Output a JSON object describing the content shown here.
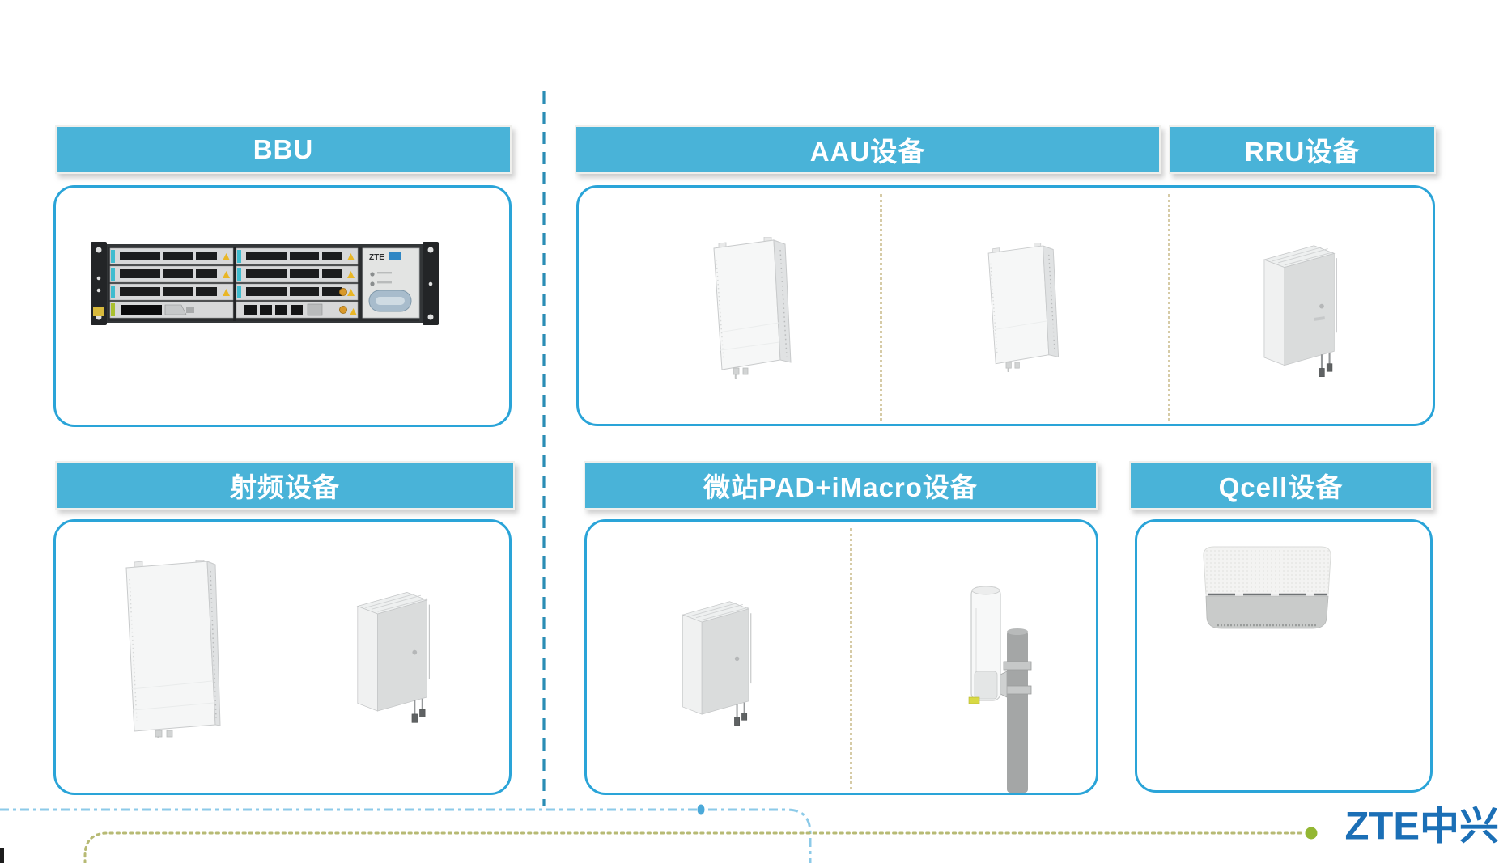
{
  "sections": {
    "bbu": {
      "title": "BBU"
    },
    "aau": {
      "title": "AAU设备"
    },
    "rru": {
      "title": "RRU设备"
    },
    "rf": {
      "title": "射频设备"
    },
    "micro": {
      "title": "微站PAD+iMacro设备"
    },
    "qcell": {
      "title": "Qcell设备"
    }
  },
  "bbu_device": {
    "brand_label": "ZTE"
  },
  "logo": {
    "text": "ZTE中兴"
  },
  "colors": {
    "header_blue": "#49b3d8",
    "panel_border_blue": "#2aa4d8",
    "divider_dash_blue": "#2a8db5",
    "dotted_divider_tan": "#d6cba6",
    "bottom_line_blue": "#8ccae8",
    "bottom_dot_blue": "#4ba9d9",
    "bottom_line_olive": "#b7ba74",
    "bottom_dot_green": "#93b733",
    "logo_blue": "#1b6fb6"
  }
}
